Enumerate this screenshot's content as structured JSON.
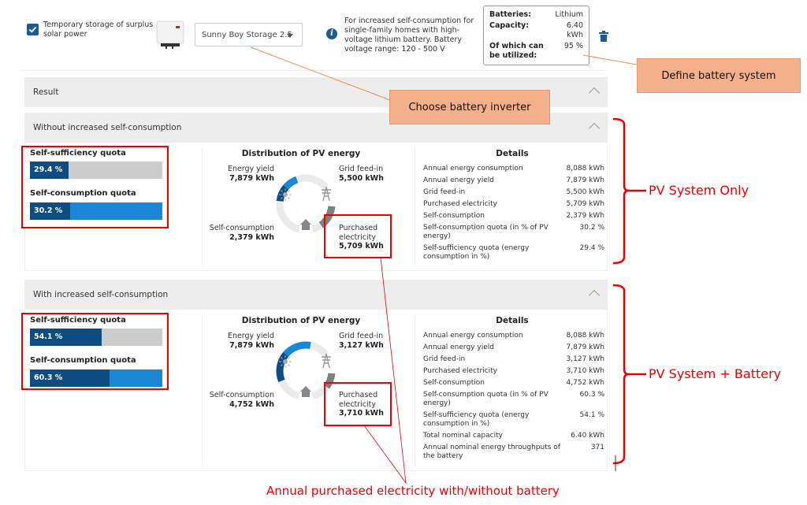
{
  "config": {
    "checkbox_label": "Temporary storage of surplus solar power",
    "checkbox_checked": true,
    "inverter_select": "Sunny Boy Storage 2.5",
    "info_text": "For increased self-consumption for single-family homes with high-voltage lithium battery. Battery voltage range: 120 - 500 V",
    "battery": {
      "batteries_label": "Batteries:",
      "batteries_value": "Lithium",
      "capacity_label": "Capacity:",
      "capacity_value": "6.40 kWh",
      "usable_label": "Of which can be utilized:",
      "usable_value": "95 %"
    }
  },
  "result_header": "Result",
  "sections": [
    {
      "header": "Without increased self-consumption",
      "self_sufficiency": {
        "label": "Self-sufficiency quota",
        "value_text": "29.4 %",
        "percent": 29.4
      },
      "self_consumption": {
        "label": "Self-consumption quota",
        "value_text": "30.2 %",
        "percent": 30.2
      },
      "distribution": {
        "title": "Distribution of PV energy",
        "energy_yield_label": "Energy yield",
        "energy_yield": "7,879 kWh",
        "grid_feed_label": "Grid feed-in",
        "grid_feed": "5,500 kWh",
        "self_consumption_label": "Self-consumption",
        "self_consumption": "2,379 kWh",
        "purchased_label": "Purchased electricity",
        "purchased": "5,709 kWh"
      },
      "details_title": "Details",
      "details": [
        {
          "label": "Annual energy consumption",
          "value": "8,088 kWh"
        },
        {
          "label": "Annual energy yield",
          "value": "7,879 kWh"
        },
        {
          "label": "Grid feed-in",
          "value": "5,500 kWh"
        },
        {
          "label": "Purchased electricity",
          "value": "5,709 kWh"
        },
        {
          "label": "Self-consumption",
          "value": "2,379 kWh"
        },
        {
          "label": "Self-consumption quota (in % of PV energy)",
          "value": "30.2 %"
        },
        {
          "label": "Self-sufficiency quota (energy consumption in %)",
          "value": "29.4 %"
        }
      ]
    },
    {
      "header": "With increased self-consumption",
      "self_sufficiency": {
        "label": "Self-sufficiency quota",
        "value_text": "54.1 %",
        "percent": 54.1
      },
      "self_consumption": {
        "label": "Self-consumption quota",
        "value_text": "60.3 %",
        "percent": 60.3
      },
      "distribution": {
        "title": "Distribution of PV energy",
        "energy_yield_label": "Energy yield",
        "energy_yield": "7,879 kWh",
        "grid_feed_label": "Grid feed-in",
        "grid_feed": "3,127 kWh",
        "self_consumption_label": "Self-consumption",
        "self_consumption": "4,752 kWh",
        "purchased_label": "Purchased electricity",
        "purchased": "3,710 kWh"
      },
      "details_title": "Details",
      "details": [
        {
          "label": "Annual energy consumption",
          "value": "8,088 kWh"
        },
        {
          "label": "Annual energy yield",
          "value": "7,879 kWh"
        },
        {
          "label": "Grid feed-in",
          "value": "3,127 kWh"
        },
        {
          "label": "Purchased electricity",
          "value": "3,710 kWh"
        },
        {
          "label": "Self-consumption",
          "value": "4,752 kWh"
        },
        {
          "label": "Self-consumption quota (in % of PV energy)",
          "value": "60.3 %"
        },
        {
          "label": "Self-sufficiency quota (energy consumption in %)",
          "value": "54.1 %"
        },
        {
          "label": "Total nominal capacity",
          "value": "6.40 kWh"
        },
        {
          "label": "Annual nominal energy throughputs of the battery",
          "value": "371"
        }
      ]
    }
  ],
  "annotations": {
    "define_battery": "Define battery system",
    "choose_inverter": "Choose battery inverter",
    "pv_only": "PV System Only",
    "pv_battery": "PV System + Battery",
    "purchased_note": "Annual purchased electricity with/without battery"
  },
  "colors": {
    "dark_blue": "#0f4c81",
    "light_blue": "#1a86d6",
    "grey_bar": "#cccccc",
    "ring_grey": "#eaeaea",
    "ring_dark_grey": "#7f7f7f",
    "annotation_red": "#ee0000",
    "callout_orange": "#f4b08b"
  }
}
